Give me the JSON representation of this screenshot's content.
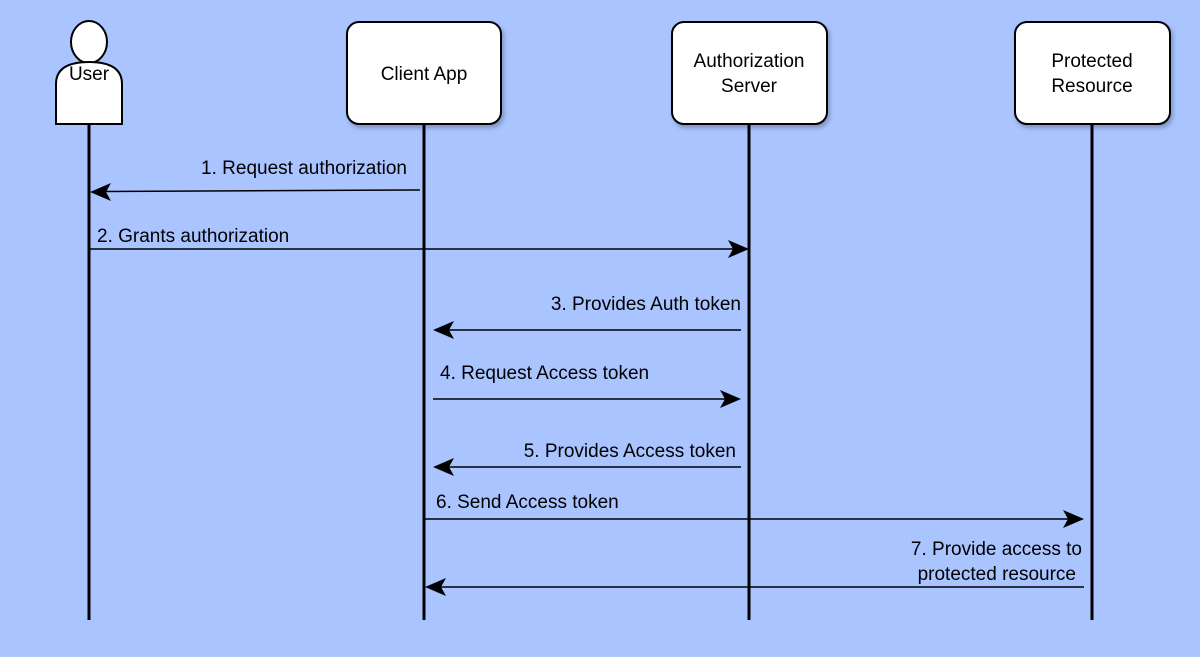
{
  "participants": {
    "user": {
      "label": "User",
      "icon": "person-icon"
    },
    "client": {
      "label_lines": [
        "Client App"
      ]
    },
    "auth": {
      "label_lines": [
        "Authorization",
        "Server"
      ]
    },
    "resource": {
      "label_lines": [
        "Protected",
        "Resource"
      ]
    }
  },
  "messages": [
    {
      "from": "client",
      "to": "user",
      "label_lines": [
        "1. Request authorization"
      ]
    },
    {
      "from": "user",
      "to": "auth",
      "label_lines": [
        "2. Grants authorization"
      ]
    },
    {
      "from": "auth",
      "to": "client",
      "label_lines": [
        "3. Provides Auth token"
      ]
    },
    {
      "from": "client",
      "to": "auth",
      "label_lines": [
        "4. Request Access token"
      ]
    },
    {
      "from": "auth",
      "to": "client",
      "label_lines": [
        "5. Provides Access token"
      ]
    },
    {
      "from": "client",
      "to": "resource",
      "label_lines": [
        "6. Send Access token"
      ]
    },
    {
      "from": "resource",
      "to": "client",
      "label_lines": [
        "7. Provide access to",
        "protected resource"
      ]
    }
  ],
  "colors": {
    "background": "#a9c4ff",
    "box_fill": "#ffffff",
    "stroke": "#000000"
  }
}
